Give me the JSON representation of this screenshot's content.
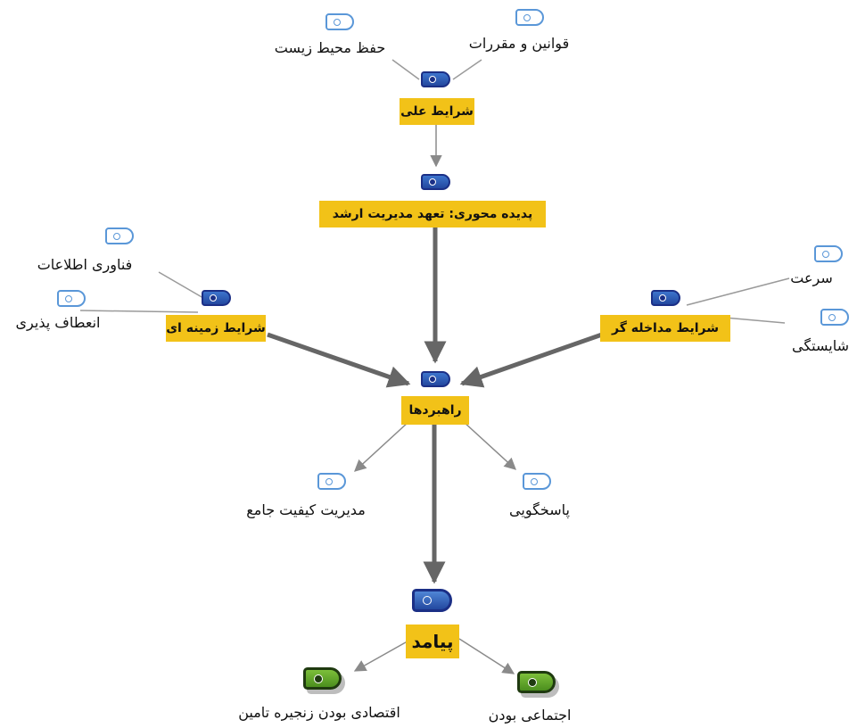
{
  "nodes": {
    "causal": "شرایط علی",
    "core": "پدیده محوری: تعهد مدیریت ارشد",
    "context": "شرایط زمینه ای",
    "intervening": "شرایط مداخله گر",
    "strategies": "راهبردها",
    "outcome": "پیامد"
  },
  "leaves": {
    "environment": "حفظ محیط زیست",
    "laws": "قوانین و مقررات",
    "it": "فناوری اطلاعات",
    "flexibility": "انعطاف پذیری",
    "speed": "سرعت",
    "competence": "شایستگی",
    "tqm": "مدیریت کیفیت  جامع",
    "responsiveness": "پاسخگویی",
    "economic": "اقتصادی بودن زنجیره تامین",
    "social": "اجتماعی بودن"
  },
  "icons": {
    "code": "document-code-icon",
    "category": "category-code-icon",
    "outcome": "green-code-icon"
  },
  "colors": {
    "label_bg": "#f2c218",
    "category_icon": "#23489f",
    "code_icon_border": "#5a97d8",
    "outcome_icon": "#5fa52a",
    "arrow": "#666666",
    "thin_line": "#9a9a9a"
  }
}
